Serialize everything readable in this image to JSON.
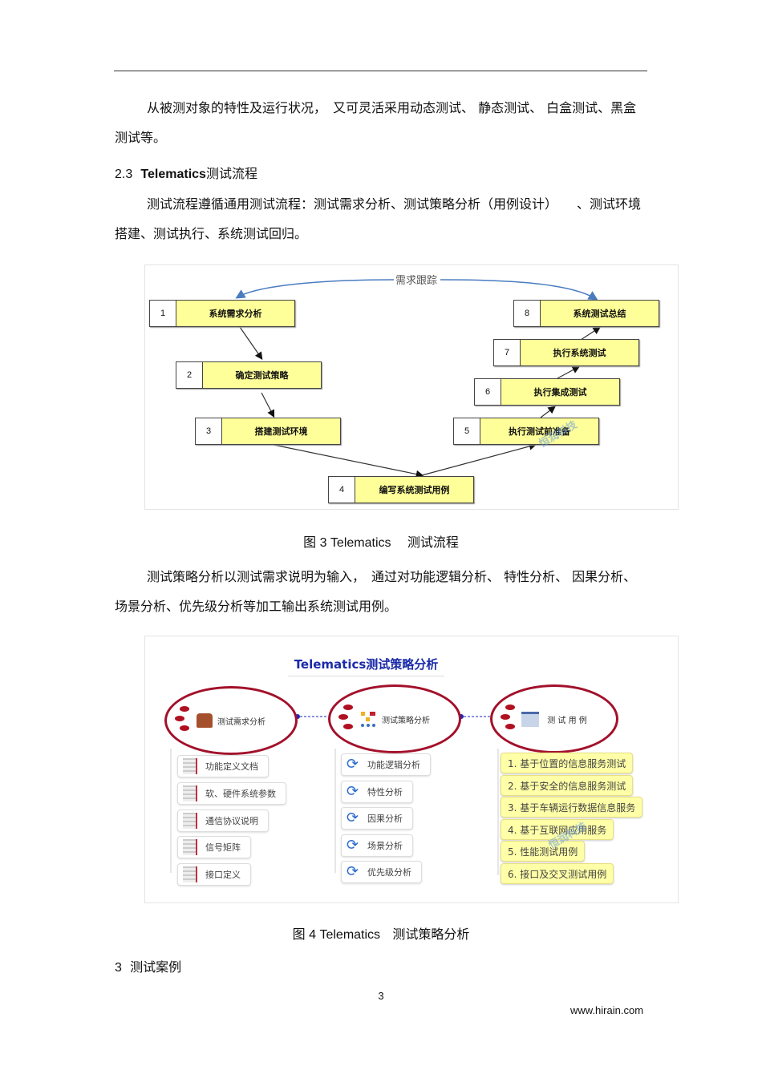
{
  "page": {
    "paragraph1": "从被测对象的特性及运行状况，　又可灵活采用动态测试、 静态测试、 白盒测试、黑盒测试等。",
    "section_2_3": {
      "number": "2.3",
      "title_en": "Telematics",
      "title_cn": "测试流程"
    },
    "paragraph2": "测试流程遵循通用测试流程：测试需求分析、测试策略分析（用例设计）　　、测试环境搭建、测试执行、系统测试回归。",
    "figure3": {
      "trace_label": "需求跟踪",
      "steps": [
        {
          "num": "1",
          "label": "系统需求分析"
        },
        {
          "num": "2",
          "label": "确定测试策略"
        },
        {
          "num": "3",
          "label": "搭建测试环境"
        },
        {
          "num": "4",
          "label": "编写系统测试用例"
        },
        {
          "num": "5",
          "label": "执行测试前准备"
        },
        {
          "num": "6",
          "label": "执行集成测试"
        },
        {
          "num": "7",
          "label": "执行系统测试"
        },
        {
          "num": "8",
          "label": "系统测试总结"
        }
      ],
      "caption_prefix": "图 3 Telematics",
      "caption_suffix": "测试流程"
    },
    "paragraph3": "测试策略分析以测试需求说明为输入，　通过对功能逻辑分析、 特性分析、 因果分析、场景分析、优先级分析等加工输出系统测试用例。",
    "figure4": {
      "title": "Telematics测试策略分析",
      "nodes": [
        {
          "label": "测试需求分析",
          "icon": "robot-icon",
          "items": [
            "功能定义文档",
            "软、硬件系统参数",
            "通信协议说明",
            "信号矩阵",
            "接口定义"
          ]
        },
        {
          "label": "测试策略分析",
          "icon": "org-chart-icon",
          "items": [
            "功能逻辑分析",
            "特性分析",
            "因果分析",
            "场景分析",
            "优先级分析"
          ]
        },
        {
          "label": "测 试 用 例",
          "icon": "table-icon",
          "items": [
            "1. 基于位置的信息服务测试",
            "2. 基于安全的信息服务测试",
            "3. 基于车辆运行数据信息服务",
            "4. 基于互联网应用服务",
            "5. 性能测试用例",
            "6. 接口及交叉测试用例"
          ]
        }
      ],
      "caption_prefix": "图 4 Telematics",
      "caption_suffix": "测试策略分析"
    },
    "section_3": {
      "number": "3",
      "title": "测试案例"
    },
    "page_number": "3",
    "website": "www.hirain.com",
    "watermark": "恒润科技"
  }
}
